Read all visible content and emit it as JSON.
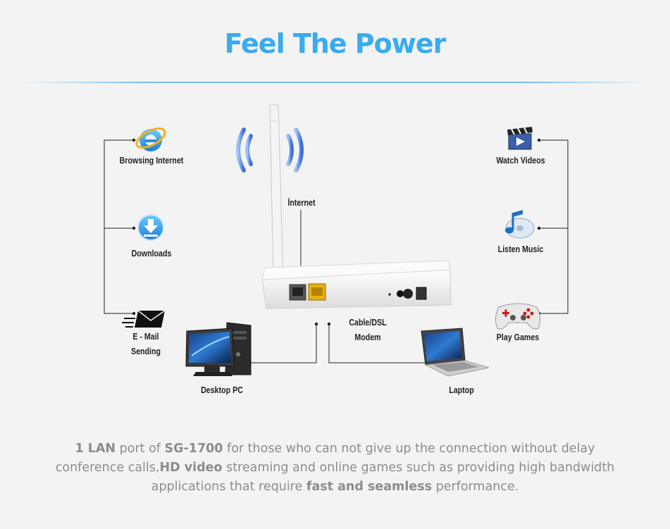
{
  "title": "Feel The Power",
  "labels": {
    "browsing": "Browsing Internet",
    "downloads": "Downloads",
    "email_line1": "E - Mail",
    "email_line2": "Sending",
    "desktop": "Desktop PC",
    "internet": "İnternet",
    "modem_line1": "Cable/DSL",
    "modem_line2": "Modem",
    "laptop": "Laptop",
    "videos": "Watch Videos",
    "music": "Listen Music",
    "games": "Play Games"
  },
  "description": {
    "p1": "1 LAN",
    "p2": " port of ",
    "p3": "SG-1700",
    "p4": " for those who can not give up the connection without delay conference calls,",
    "p5": "HD video",
    "p6": " streaming and online games such as providing high bandwidth applications that require ",
    "p7": "fast and seamless",
    "p8": " performance."
  },
  "colors": {
    "title": "#3aabee",
    "text": "#8c8c8c",
    "line": "#222222",
    "wifi": "#5c8fe0"
  },
  "icons": [
    "ie-icon",
    "download-icon",
    "mail-icon",
    "desktop-pc-icon",
    "router-icon",
    "wifi-icon",
    "laptop-icon",
    "video-icon",
    "music-icon",
    "gamepad-icon"
  ]
}
